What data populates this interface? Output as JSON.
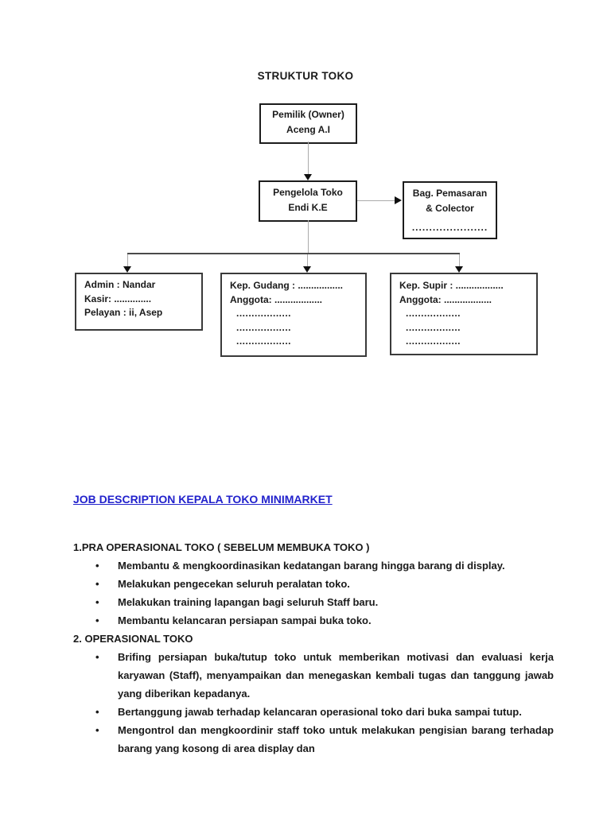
{
  "page_title": "STRUKTUR TOKO",
  "colors": {
    "link_blue": "#2222cc",
    "text": "#1a1a1a",
    "connector_gray": "#ababab"
  },
  "org_chart": {
    "pemilik": {
      "lines": [
        "Pemilik (Owner)",
        "Aceng A.I"
      ]
    },
    "pengelola": {
      "lines": [
        "Pengelola Toko",
        "Endi K.E"
      ]
    },
    "pemasaran": {
      "lines": [
        "Bag. Pemasaran",
        "& Colector",
        "......................"
      ]
    },
    "admin": {
      "lines": [
        "Admin : Nandar",
        "Kasir: ..............",
        "Pelayan : ii, Asep"
      ]
    },
    "gudang": {
      "lines": [
        "Kep. Gudang : .................",
        "Anggota: ..................",
        "..................",
        "..................",
        ".................."
      ]
    },
    "supir": {
      "lines": [
        "Kep. Supir : ..................",
        "Anggota: ..................",
        "..................",
        "..................",
        ".................."
      ]
    }
  },
  "job": {
    "heading": "JOB DESCRIPTION KEPALA TOKO MINIMARKET",
    "bullet_glyph": "•",
    "sections": [
      {
        "title": "1.PRA OPERASIONAL TOKO ( SEBELUM MEMBUKA TOKO )",
        "bullets": [
          "Membantu & mengkoordinasikan kedatangan barang hingga barang di display.",
          "Melakukan pengecekan seluruh peralatan toko.",
          "Melakukan training lapangan bagi seluruh Staff baru.",
          "Membantu kelancaran persiapan sampai buka toko."
        ]
      },
      {
        "title": "2. OPERASIONAL TOKO",
        "bullets": [
          "Brifing persiapan buka/tutup toko untuk memberikan motivasi dan evaluasi kerja karyawan (Staff), menyampaikan dan menegaskan kembali tugas dan tanggung jawab yang diberikan kepadanya.",
          "Bertanggung jawab terhadap kelancaran operasional toko dari buka sampai tutup.",
          "Mengontrol dan mengkoordinir staff toko untuk melakukan pengisian barang terhadap barang yang kosong di area display dan"
        ]
      }
    ]
  }
}
